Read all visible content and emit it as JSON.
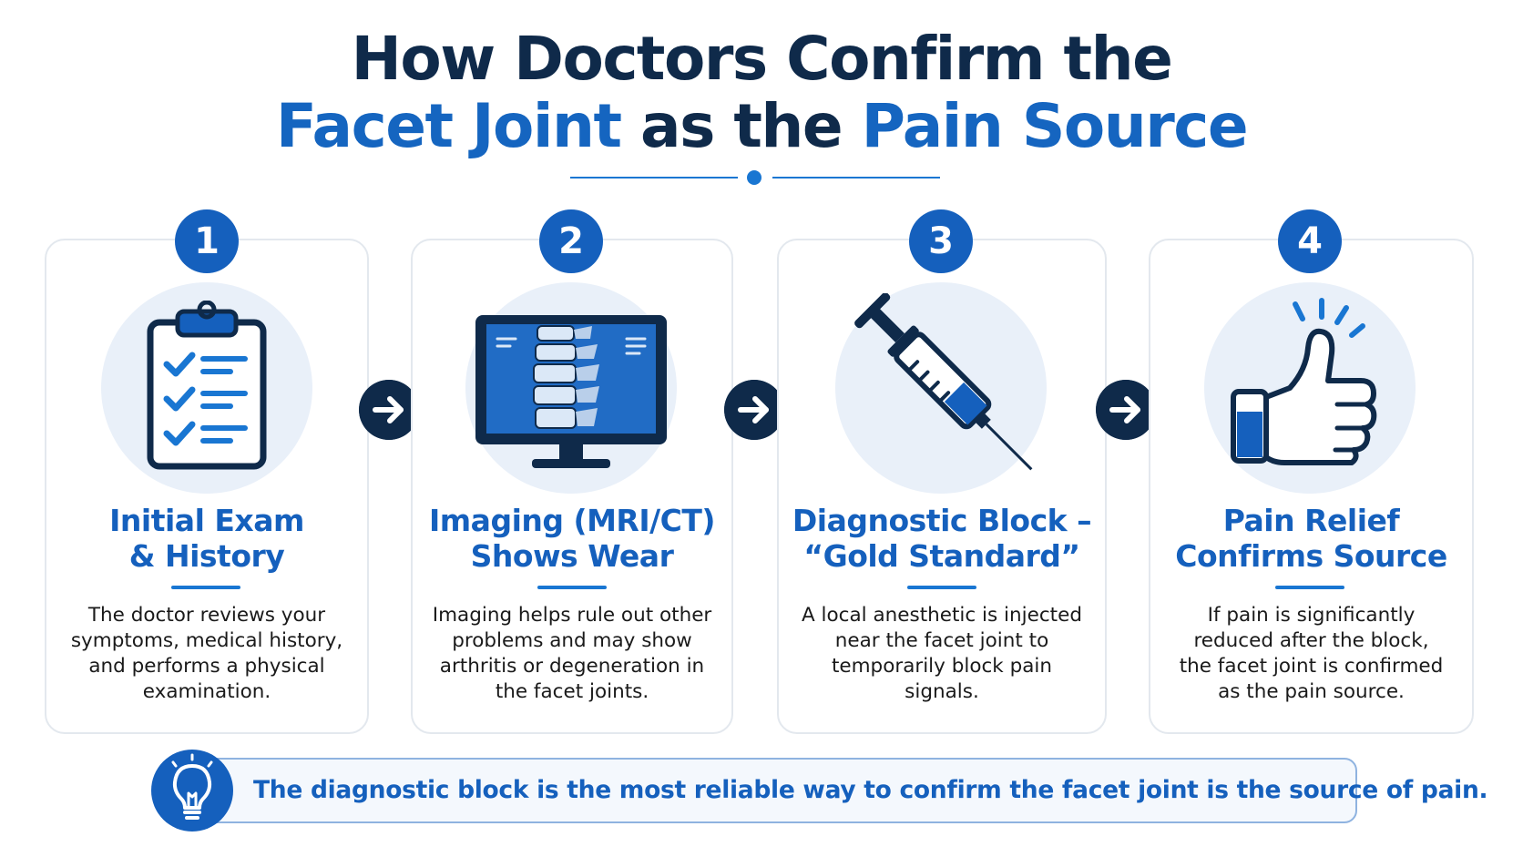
{
  "title": {
    "line1": "How Doctors Confirm the",
    "line2_highlight_a": "Facet Joint",
    "line2_plain": " as the ",
    "line2_highlight_b": "Pain Source"
  },
  "steps": [
    {
      "number": "1",
      "title_line1": "Initial Exam",
      "title_line2": "& History",
      "description_lines": [
        "The doctor reviews your",
        "symptoms, medical history,",
        "and performs a physical",
        "examination."
      ],
      "icon": "clipboard-checklist-icon"
    },
    {
      "number": "2",
      "title_line1": "Imaging (MRI/CT)",
      "title_line2": "Shows Wear",
      "description_lines": [
        "Imaging helps rule out other",
        "problems and may show",
        "arthritis or degeneration in",
        "the facet joints."
      ],
      "icon": "spine-monitor-icon"
    },
    {
      "number": "3",
      "title_line1": "Diagnostic Block –",
      "title_line2": "“Gold Standard”",
      "description_lines": [
        "A local anesthetic is injected",
        "near the facet joint to",
        "temporarily block pain",
        "signals."
      ],
      "icon": "syringe-icon"
    },
    {
      "number": "4",
      "title_line1": "Pain Relief",
      "title_line2": "Confirms Source",
      "description_lines": [
        "If pain is significantly",
        "reduced after the block,",
        "the facet joint is confirmed",
        "as the pain source."
      ],
      "icon": "thumbs-up-icon"
    }
  ],
  "callout": {
    "text": "The diagnostic block is the most reliable way to confirm the facet joint is the source of pain.",
    "icon": "lightbulb-icon"
  },
  "colors": {
    "navy": "#0f2a4a",
    "blue": "#1560bd",
    "accent": "#1976d2",
    "circle_bg": "#e9f0f9"
  }
}
